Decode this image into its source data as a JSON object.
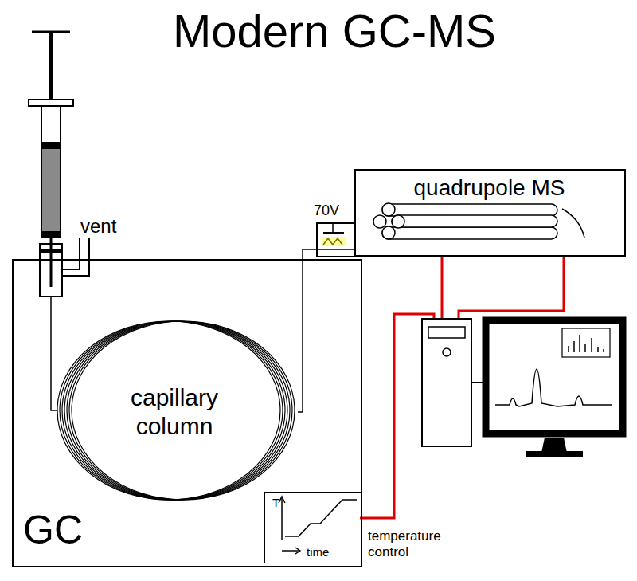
{
  "diagram": {
    "title": "Modern GC-MS",
    "nodes": [
      {
        "text": [
          "GC"
        ]
      },
      {
        "text": [
          "capillary column"
        ],
        "in": 0
      },
      {
        "text": [
          "T",
          "time"
        ],
        "in": 0
      },
      {
        "text": [
          "quadrupole MS"
        ]
      }
    ],
    "edges": [
      {
        "from": 1,
        "to": 3,
        "arrow": "none"
      }
    ],
    "labels": [
      "vent",
      "70V",
      "temperature control"
    ]
  }
}
